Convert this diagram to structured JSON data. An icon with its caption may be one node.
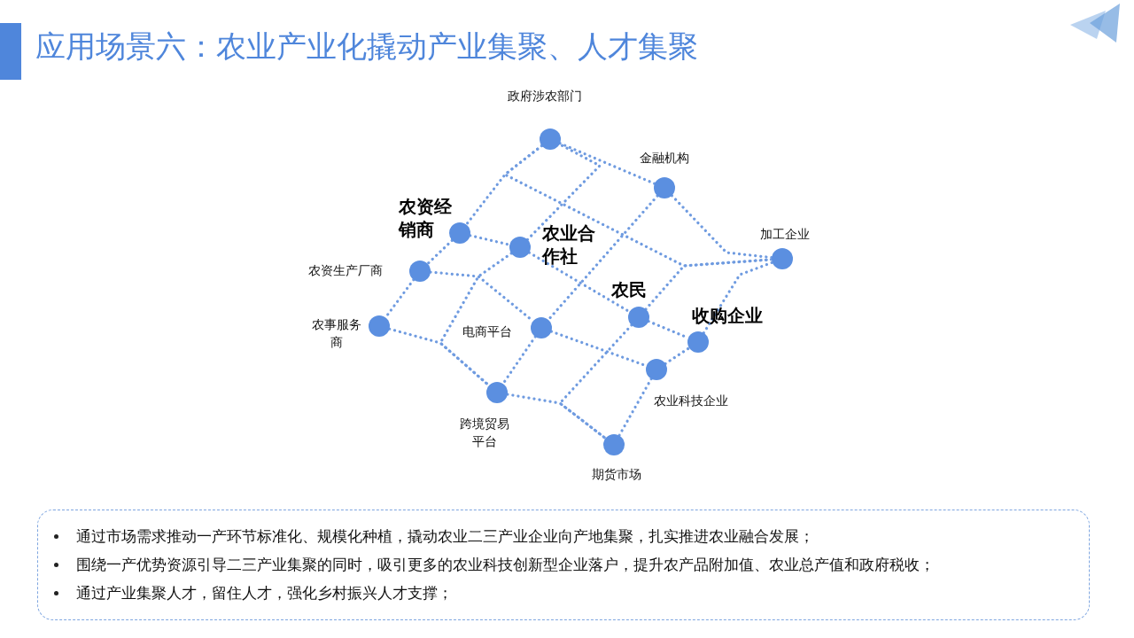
{
  "diagram": {
    "title": "应用场景六：农业产业化撬动产业集聚、人才集聚",
    "nodes": [
      {
        "text": [],
        "shape": "circle",
        "beside": [
          "政府涉农部门"
        ]
      },
      {
        "text": [],
        "shape": "circle",
        "beside": [
          "金融机构"
        ]
      },
      {
        "text": [],
        "shape": "circle",
        "beside": [
          "农资经销商"
        ]
      },
      {
        "text": [],
        "shape": "circle",
        "beside": [
          "农业合作社"
        ]
      },
      {
        "text": [],
        "shape": "circle",
        "beside": [
          "加工企业"
        ]
      },
      {
        "text": [],
        "shape": "circle",
        "beside": [
          "农资生产厂商"
        ]
      },
      {
        "text": [],
        "shape": "circle",
        "beside": [
          "农事服务商"
        ]
      },
      {
        "text": [],
        "shape": "circle",
        "beside": [
          "电商平台"
        ]
      },
      {
        "text": [],
        "shape": "circle",
        "beside": [
          "农民"
        ]
      },
      {
        "text": [],
        "shape": "circle",
        "beside": [
          "收购企业"
        ]
      },
      {
        "text": [],
        "shape": "circle",
        "beside": [
          "农业科技企业"
        ]
      },
      {
        "text": [],
        "shape": "circle",
        "beside": [
          "跨境贸易平台"
        ]
      },
      {
        "text": [],
        "shape": "circle",
        "beside": [
          "期货市场"
        ]
      }
    ],
    "edges": [
      {
        "from": 0,
        "to": 1,
        "arrow": "none",
        "style": "dashed"
      },
      {
        "from": 0,
        "to": 2,
        "arrow": "none",
        "style": "dashed"
      },
      {
        "from": 2,
        "to": 5,
        "arrow": "none",
        "style": "dashed"
      },
      {
        "from": 5,
        "to": 6,
        "arrow": "none",
        "style": "dashed"
      },
      {
        "from": 2,
        "to": 3,
        "arrow": "none",
        "style": "dashed"
      },
      {
        "from": 3,
        "to": 0,
        "arrow": "none",
        "style": "dashed"
      },
      {
        "from": 0,
        "to": 4,
        "arrow": "none",
        "style": "dashed"
      },
      {
        "from": 1,
        "to": 4,
        "arrow": "none",
        "style": "dashed"
      },
      {
        "from": 1,
        "to": 7,
        "arrow": "none",
        "style": "dashed"
      },
      {
        "from": 3,
        "to": 11,
        "arrow": "none",
        "style": "dashed"
      },
      {
        "from": 5,
        "to": 7,
        "arrow": "none",
        "style": "dashed"
      },
      {
        "from": 6,
        "to": 11,
        "arrow": "none",
        "style": "dashed"
      },
      {
        "from": 3,
        "to": 8,
        "arrow": "none",
        "style": "dashed"
      },
      {
        "from": 8,
        "to": 9,
        "arrow": "none",
        "style": "dashed"
      },
      {
        "from": 7,
        "to": 10,
        "arrow": "none",
        "style": "dashed"
      },
      {
        "from": 7,
        "to": 11,
        "arrow": "none",
        "style": "dashed"
      },
      {
        "from": 11,
        "to": 12,
        "arrow": "none",
        "style": "dashed"
      },
      {
        "from": 8,
        "to": 12,
        "arrow": "none",
        "style": "dashed"
      },
      {
        "from": 10,
        "to": 12,
        "arrow": "none",
        "style": "dashed"
      },
      {
        "from": 10,
        "to": 9,
        "arrow": "none",
        "style": "dashed"
      },
      {
        "from": 9,
        "to": 4,
        "arrow": "none",
        "style": "dashed"
      },
      {
        "from": 8,
        "to": 4,
        "arrow": "none",
        "style": "dashed"
      }
    ],
    "labels": [
      "通过市场需求推动一产环节标准化、规模化种植，撬动农业二三产业企业向产地集聚，扎实推进农业融合发展；",
      "围绕一产优势资源引导二三产业集聚的同时，吸引更多的农业科技创新型企业落户，提升农产品附加值、农业总产值和政府税收；",
      "通过产业集聚人才，留住人才，强化乡村振兴人才支撑；"
    ]
  }
}
